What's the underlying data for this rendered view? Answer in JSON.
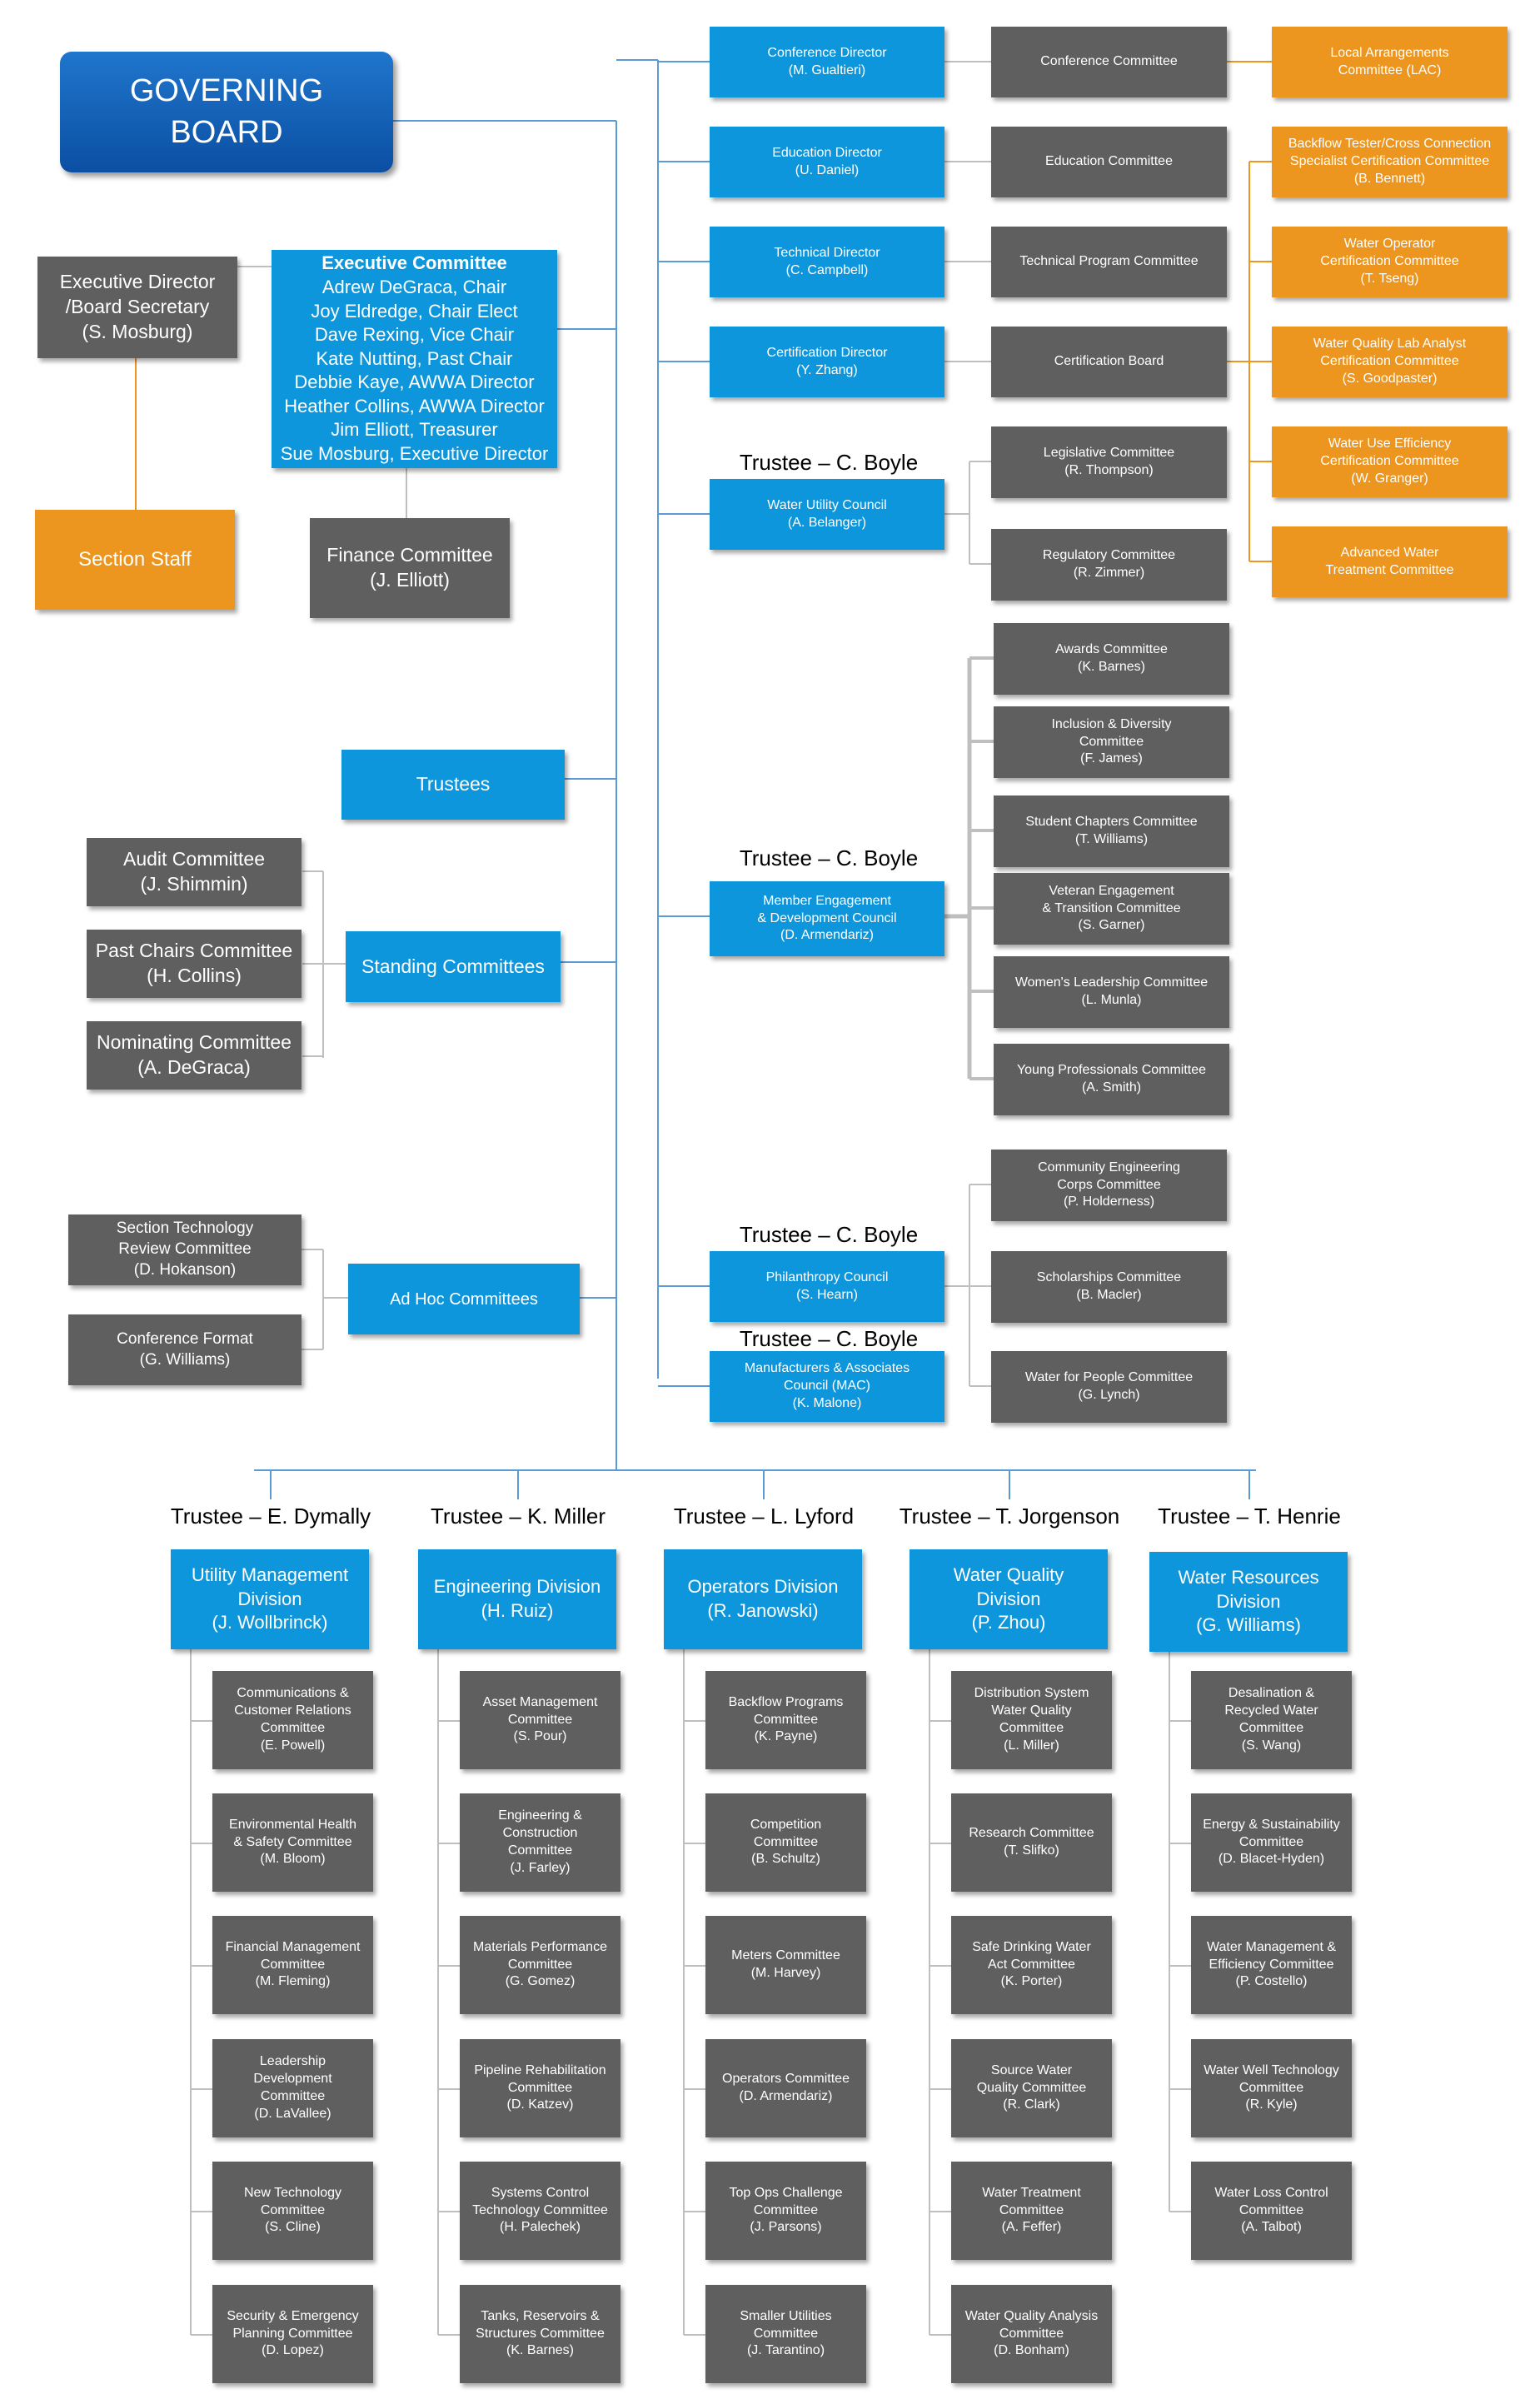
{
  "colors": {
    "division_blue": "#0d96db",
    "committee_gray": "#5f5f5f",
    "certification_orange": "#ec951f",
    "board_navy": "#0b4fa3",
    "connector": "#5b9bd5",
    "connector_gray": "#bfbfbf",
    "connector_orange": "#ec951f"
  },
  "governing_board": {
    "lines": [
      "GOVERNING",
      "BOARD"
    ]
  },
  "executive_director": {
    "lines": [
      "Executive Director",
      "/Board Secretary",
      "(S. Mosburg)"
    ]
  },
  "section_staff": {
    "lines": [
      "Section Staff"
    ]
  },
  "executive_committee": {
    "lines": [
      "Executive Committee",
      "Adrew DeGraca, Chair",
      "Joy Eldredge, Chair Elect",
      "Dave Rexing, Vice Chair",
      "Kate Nutting, Past Chair",
      "Debbie Kaye, AWWA Director",
      "Heather Collins, AWWA Director",
      "Jim Elliott, Treasurer",
      "Sue Mosburg, Executive Director"
    ]
  },
  "finance_committee": {
    "lines": [
      "Finance Committee",
      "(J. Elliott)"
    ]
  },
  "trustees": {
    "lines": [
      "Trustees"
    ]
  },
  "standing_committees": {
    "label": {
      "lines": [
        "Standing Committees"
      ]
    },
    "items": [
      {
        "lines": [
          "Audit Committee",
          "(J. Shimmin)"
        ]
      },
      {
        "lines": [
          "Past Chairs Committee",
          "(H. Collins)"
        ]
      },
      {
        "lines": [
          "Nominating Committee",
          "(A. DeGraca)"
        ]
      }
    ]
  },
  "ad_hoc_committees": {
    "label": {
      "lines": [
        "Ad Hoc Committees"
      ]
    },
    "items": [
      {
        "lines": [
          "Section Technology",
          "Review Committee",
          "(D. Hokanson)"
        ]
      },
      {
        "lines": [
          "Conference Format",
          "(G. Williams)"
        ]
      }
    ]
  },
  "directors": [
    {
      "lines": [
        "Conference Director",
        "(M. Gualtieri)"
      ]
    },
    {
      "lines": [
        "Education Director",
        "(U. Daniel)"
      ]
    },
    {
      "lines": [
        "Technical Director",
        "(C. Campbell)"
      ]
    },
    {
      "lines": [
        "Certification Director",
        "(Y. Zhang)"
      ]
    }
  ],
  "director_committees": [
    {
      "lines": [
        "Conference Committee"
      ]
    },
    {
      "lines": [
        "Education Committee"
      ]
    },
    {
      "lines": [
        "Technical Program Committee"
      ]
    },
    {
      "lines": [
        "Certification Board"
      ]
    }
  ],
  "local_arrangements": {
    "lines": [
      "Local Arrangements",
      "Committee (LAC)"
    ]
  },
  "certification_committees": [
    {
      "lines": [
        "Backflow Tester/Cross Connection",
        "Specialist Certification Committee",
        "(B. Bennett)"
      ]
    },
    {
      "lines": [
        "Water Operator",
        "Certification Committee",
        "(T. Tseng)"
      ]
    },
    {
      "lines": [
        "Water Quality Lab Analyst",
        "Certification Committee",
        "(S. Goodpaster)"
      ]
    },
    {
      "lines": [
        "Water Use Efficiency",
        "Certification Committee",
        "(W. Granger)"
      ]
    },
    {
      "lines": [
        "Advanced Water",
        "Treatment Committee"
      ]
    }
  ],
  "councils": [
    {
      "trustee": "Trustee – C. Boyle",
      "lines": [
        "Water Utility Council",
        "(A. Belanger)"
      ],
      "committees": [
        {
          "lines": [
            "Legislative Committee",
            "(R. Thompson)"
          ]
        },
        {
          "lines": [
            "Regulatory Committee",
            "(R. Zimmer)"
          ]
        }
      ]
    },
    {
      "trustee": "Trustee – C. Boyle",
      "lines": [
        "Member Engagement",
        "& Development Council",
        "(D. Armendariz)"
      ],
      "committees": [
        {
          "lines": [
            "Awards Committee",
            "(K. Barnes)"
          ]
        },
        {
          "lines": [
            "Inclusion & Diversity",
            "Committee",
            "(F. James)"
          ]
        },
        {
          "lines": [
            "Student Chapters Committee",
            "(T. Williams)"
          ]
        },
        {
          "lines": [
            "Veteran Engagement",
            "& Transition Committee",
            "(S. Garner)"
          ]
        },
        {
          "lines": [
            "Women's Leadership Committee",
            "(L. Munla)"
          ]
        },
        {
          "lines": [
            "Young Professionals Committee",
            "(A. Smith)"
          ]
        }
      ]
    },
    {
      "trustee": "Trustee – C. Boyle",
      "lines": [
        "Philanthropy Council",
        "(S. Hearn)"
      ],
      "committees": [
        {
          "lines": [
            "Community Engineering",
            "Corps Committee",
            "(P. Holderness)"
          ]
        },
        {
          "lines": [
            "Scholarships Committee",
            "(B. Macler)"
          ]
        },
        {
          "lines": [
            "Water for People Committee",
            "(G. Lynch)"
          ]
        }
      ]
    },
    {
      "trustee": "Trustee – C. Boyle",
      "lines": [
        "Manufacturers & Associates",
        "Council (MAC)",
        "(K. Malone)"
      ],
      "committees": []
    }
  ],
  "divisions": [
    {
      "trustee": "Trustee – E. Dymally",
      "lines": [
        "Utility Management",
        "Division",
        "(J. Wollbrinck)"
      ],
      "committees": [
        {
          "lines": [
            "Communications &",
            "Customer Relations",
            "Committee",
            "(E. Powell)"
          ]
        },
        {
          "lines": [
            "Environmental Health",
            "& Safety Committee",
            "(M. Bloom)"
          ]
        },
        {
          "lines": [
            "Financial Management",
            "Committee",
            "(M. Fleming)"
          ]
        },
        {
          "lines": [
            "Leadership",
            "Development",
            "Committee",
            "(D. LaVallee)"
          ]
        },
        {
          "lines": [
            "New Technology",
            "Committee",
            "(S. Cline)"
          ]
        },
        {
          "lines": [
            "Security & Emergency",
            "Planning Committee",
            "(D. Lopez)"
          ]
        }
      ]
    },
    {
      "trustee": "Trustee – K. Miller",
      "lines": [
        "Engineering Division",
        "(H. Ruiz)"
      ],
      "committees": [
        {
          "lines": [
            "Asset Management",
            "Committee",
            "(S. Pour)"
          ]
        },
        {
          "lines": [
            "Engineering &",
            "Construction",
            "Committee",
            "(J. Farley)"
          ]
        },
        {
          "lines": [
            "Materials Performance",
            "Committee",
            "(G. Gomez)"
          ]
        },
        {
          "lines": [
            "Pipeline Rehabilitation",
            "Committee",
            "(D. Katzev)"
          ]
        },
        {
          "lines": [
            "Systems Control",
            "Technology Committee",
            "(H. Palechek)"
          ]
        },
        {
          "lines": [
            "Tanks, Reservoirs &",
            "Structures Committee",
            "(K. Barnes)"
          ]
        }
      ]
    },
    {
      "trustee": "Trustee – L. Lyford",
      "lines": [
        "Operators Division",
        "(R. Janowski)"
      ],
      "committees": [
        {
          "lines": [
            "Backflow Programs",
            "Committee",
            "(K. Payne)"
          ]
        },
        {
          "lines": [
            "Competition",
            "Committee",
            "(B. Schultz)"
          ]
        },
        {
          "lines": [
            "Meters Committee",
            "(M. Harvey)"
          ]
        },
        {
          "lines": [
            "Operators Committee",
            "(D. Armendariz)"
          ]
        },
        {
          "lines": [
            "Top Ops Challenge",
            "Committee",
            "(J. Parsons)"
          ]
        },
        {
          "lines": [
            "Smaller Utilities",
            "Committee",
            "(J. Tarantino)"
          ]
        }
      ]
    },
    {
      "trustee": "Trustee – T. Jorgenson",
      "lines": [
        "Water Quality",
        "Division",
        "(P. Zhou)"
      ],
      "committees": [
        {
          "lines": [
            "Distribution System",
            "Water Quality",
            "Committee",
            "(L. Miller)"
          ]
        },
        {
          "lines": [
            "Research Committee",
            "(T. Slifko)"
          ]
        },
        {
          "lines": [
            "Safe Drinking Water",
            "Act Committee",
            "(K. Porter)"
          ]
        },
        {
          "lines": [
            "Source Water",
            "Quality Committee",
            "(R. Clark)"
          ]
        },
        {
          "lines": [
            "Water Treatment",
            "Committee",
            "(A. Feffer)"
          ]
        },
        {
          "lines": [
            "Water Quality Analysis",
            "Committee",
            "(D. Bonham)"
          ]
        }
      ]
    },
    {
      "trustee": "Trustee – T. Henrie",
      "lines": [
        "Water Resources",
        "Division",
        "(G. Williams)"
      ],
      "committees": [
        {
          "lines": [
            "Desalination &",
            "Recycled Water",
            "Committee",
            "(S. Wang)"
          ]
        },
        {
          "lines": [
            "Energy & Sustainability",
            "Committee",
            "(D. Blacet-Hyden)"
          ]
        },
        {
          "lines": [
            "Water Management &",
            "Efficiency Committee",
            "(P. Costello)"
          ]
        },
        {
          "lines": [
            "Water Well Technology",
            "Committee",
            "(R. Kyle)"
          ]
        },
        {
          "lines": [
            "Water Loss Control",
            "Committee",
            "(A. Talbot)"
          ]
        }
      ]
    }
  ]
}
